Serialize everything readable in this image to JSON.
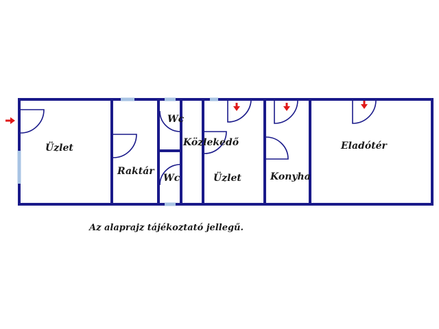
{
  "plan": {
    "rooms": {
      "uzlet_left": "Üzlet",
      "raktar": "Raktár",
      "wc_upper": "Wc",
      "wc_lower": "Wc",
      "kozlekedo": "Közlekedő",
      "uzlet_mid": "Üzlet",
      "konyha": "Konyha",
      "eladoter": "Eladótér"
    },
    "caption": "Az alaprajz tájékoztató jellegű."
  },
  "colors": {
    "wall": "#1a1a8a",
    "window": "#a8c4e4",
    "arrow": "#e01818",
    "text": "#1a1a1a"
  }
}
